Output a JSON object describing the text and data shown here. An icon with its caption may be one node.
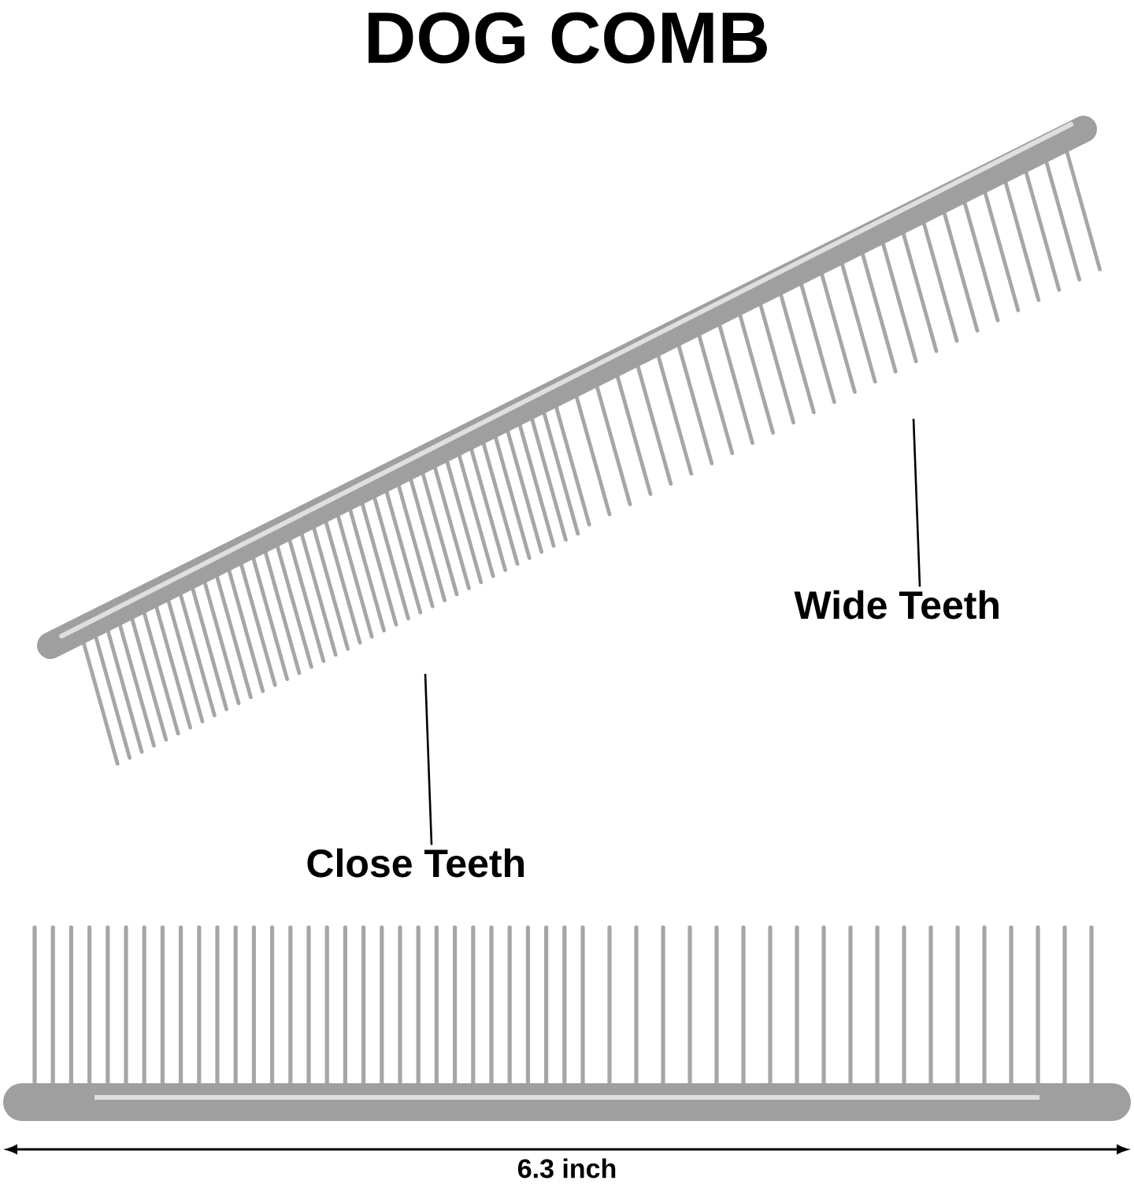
{
  "diagram": {
    "title": "DOG COMB",
    "nodes": [
      {
        "text": [
          "Wide Teeth"
        ]
      },
      {
        "text": [
          "Close Teeth"
        ]
      }
    ],
    "edges": [
      {
        "from": 0,
        "to": null,
        "arrow": "none"
      },
      {
        "from": 1,
        "to": null,
        "arrow": "none"
      }
    ],
    "labels": [
      "6.3 inch"
    ]
  }
}
